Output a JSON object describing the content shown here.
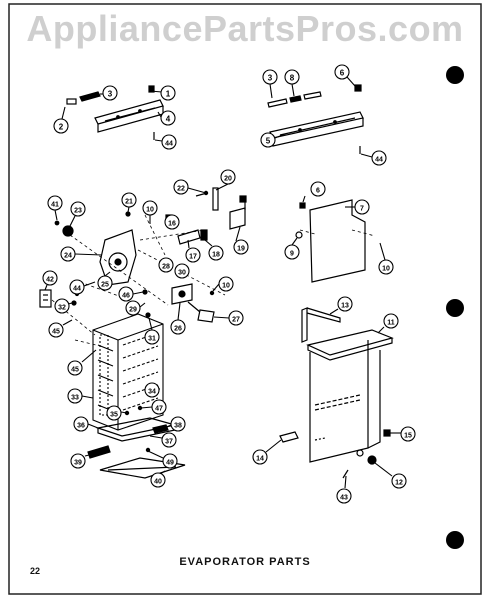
{
  "watermark": "AppliancePartsPros.com",
  "diagram": {
    "title": "EVAPORATOR PARTS",
    "page_number": "22",
    "callouts": [
      {
        "label": "1"
      },
      {
        "label": "2"
      },
      {
        "label": "3"
      },
      {
        "label": "4"
      },
      {
        "label": "44"
      },
      {
        "label": "3"
      },
      {
        "label": "8"
      },
      {
        "label": "6"
      },
      {
        "label": "5"
      },
      {
        "label": "44"
      },
      {
        "label": "22"
      },
      {
        "label": "20"
      },
      {
        "label": "41"
      },
      {
        "label": "23"
      },
      {
        "label": "21"
      },
      {
        "label": "10"
      },
      {
        "label": "16"
      },
      {
        "label": "17"
      },
      {
        "label": "18"
      },
      {
        "label": "19"
      },
      {
        "label": "24"
      },
      {
        "label": "6"
      },
      {
        "label": "7"
      },
      {
        "label": "9"
      },
      {
        "label": "10"
      },
      {
        "label": "42"
      },
      {
        "label": "44"
      },
      {
        "label": "25"
      },
      {
        "label": "28"
      },
      {
        "label": "30"
      },
      {
        "label": "10"
      },
      {
        "label": "46"
      },
      {
        "label": "29"
      },
      {
        "label": "32"
      },
      {
        "label": "26"
      },
      {
        "label": "27"
      },
      {
        "label": "45"
      },
      {
        "label": "31"
      },
      {
        "label": "13"
      },
      {
        "label": "11"
      },
      {
        "label": "45"
      },
      {
        "label": "34"
      },
      {
        "label": "33"
      },
      {
        "label": "35"
      },
      {
        "label": "47"
      },
      {
        "label": "36"
      },
      {
        "label": "38"
      },
      {
        "label": "37"
      },
      {
        "label": "15"
      },
      {
        "label": "39"
      },
      {
        "label": "49"
      },
      {
        "label": "14"
      },
      {
        "label": "40"
      },
      {
        "label": "12"
      },
      {
        "label": "43"
      }
    ]
  }
}
